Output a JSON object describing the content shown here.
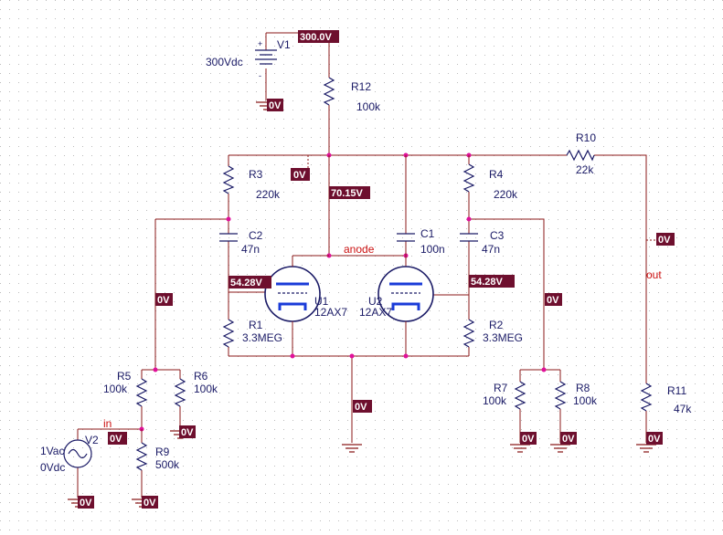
{
  "sources": {
    "v1": {
      "name": "V1",
      "value": "300Vdc"
    },
    "v2": {
      "name": "V2",
      "value_ac": "1Vac",
      "value_dc": "0Vdc"
    }
  },
  "resistors": [
    {
      "name": "R12",
      "value": "100k"
    },
    {
      "name": "R3",
      "value": "220k"
    },
    {
      "name": "R4",
      "value": "220k"
    },
    {
      "name": "R10",
      "value": "22k"
    },
    {
      "name": "R1",
      "value": "3.3MEG"
    },
    {
      "name": "R2",
      "value": "3.3MEG"
    },
    {
      "name": "R5",
      "value": "100k"
    },
    {
      "name": "R6",
      "value": "100k"
    },
    {
      "name": "R9",
      "value": "500k"
    },
    {
      "name": "R7",
      "value": "100k"
    },
    {
      "name": "R8",
      "value": "100k"
    },
    {
      "name": "R11",
      "value": "47k"
    }
  ],
  "capacitors": [
    {
      "name": "C2",
      "value": "47n"
    },
    {
      "name": "C1",
      "value": "100n"
    },
    {
      "name": "C3",
      "value": "47n"
    }
  ],
  "tubes": [
    {
      "name": "U1",
      "model": "12AX7"
    },
    {
      "name": "U2",
      "model": "12AX7"
    }
  ],
  "net_labels": {
    "anode": "anode",
    "out": "out",
    "in": "in"
  },
  "probes": {
    "v1_top": "300.0V",
    "v1_gnd": "0V",
    "r3_top": "0V",
    "anode": "70.15V",
    "u1_grid": "54.28V",
    "u2_grid": "54.28V",
    "left_coupling": "0V",
    "right_coupling": "0V",
    "out": "0V",
    "common_gnd": "0V",
    "input": "0V",
    "r6_gnd": "0V",
    "v2_gnd": "0V",
    "r9_gnd": "0V",
    "r7_gnd": "0V",
    "r8_gnd": "0V",
    "r11_gnd": "0V"
  },
  "colors": {
    "wire": "#8b1a1a",
    "part": "#1a1a66",
    "junction": "#e0109a",
    "probe_bg": "#6e0f2e",
    "probe_text": "#ffffff",
    "grid": "#bcbcbc",
    "net_label": "#cc1111"
  }
}
